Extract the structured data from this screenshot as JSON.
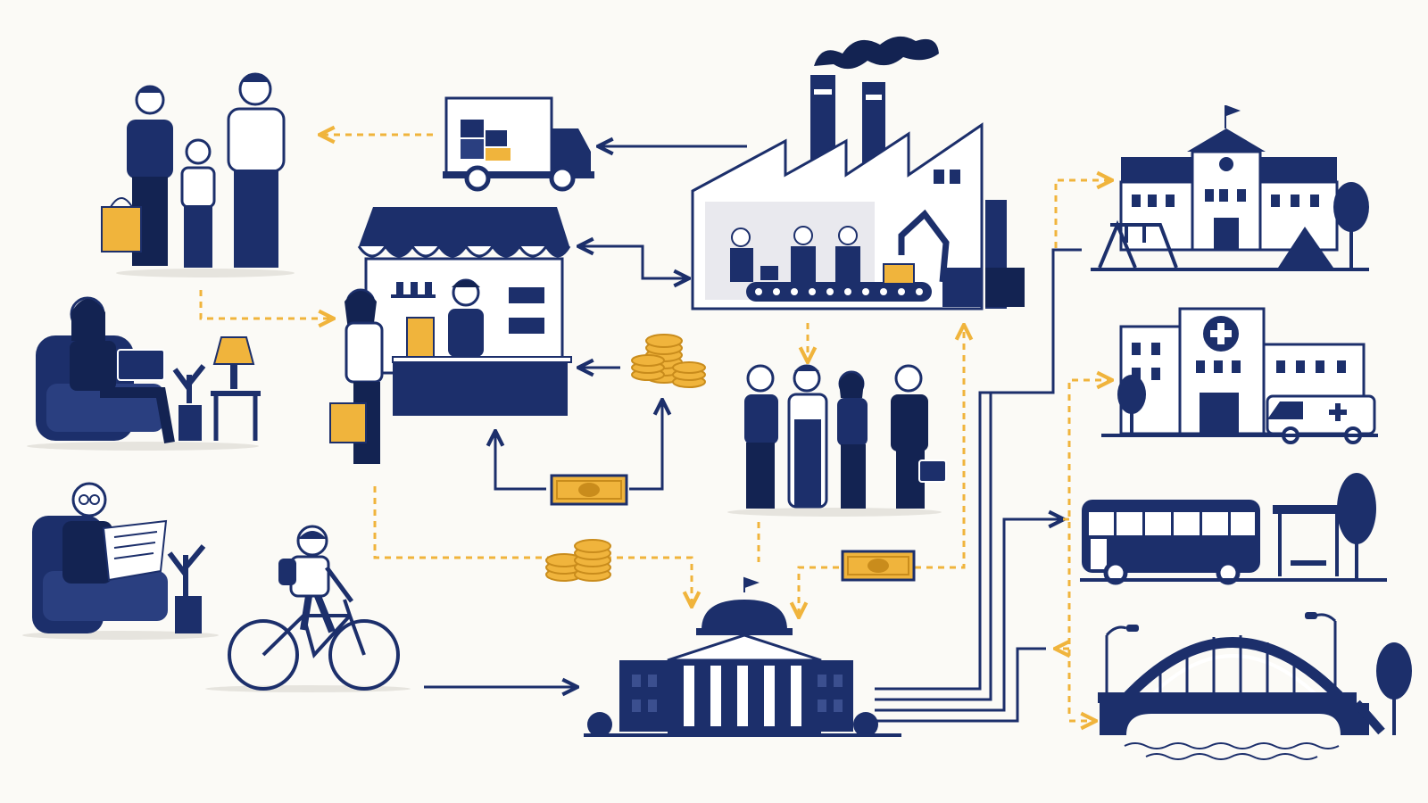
{
  "palette": {
    "navy": "#1c2f6b",
    "navy_dark": "#132352",
    "gold": "#f0b43c",
    "gold_dark": "#c98c1c",
    "paper": "#fbfaf6",
    "light_grey": "#e9e9ee",
    "white": "#ffffff"
  },
  "nodes": [
    {
      "id": "households",
      "icon": "family-icon"
    },
    {
      "id": "remote-worker",
      "icon": "person-laptop-icon"
    },
    {
      "id": "retiree",
      "icon": "retiree-newspaper-icon"
    },
    {
      "id": "cyclist",
      "icon": "cyclist-icon"
    },
    {
      "id": "delivery-truck",
      "icon": "truck-icon"
    },
    {
      "id": "shop",
      "icon": "storefront-icon"
    },
    {
      "id": "factory",
      "icon": "factory-icon"
    },
    {
      "id": "workers",
      "icon": "workers-group-icon"
    },
    {
      "id": "government",
      "icon": "government-building-icon"
    },
    {
      "id": "school",
      "icon": "school-icon"
    },
    {
      "id": "hospital",
      "icon": "hospital-icon"
    },
    {
      "id": "public-transit",
      "icon": "bus-icon"
    },
    {
      "id": "bridge",
      "icon": "bridge-icon"
    }
  ],
  "money_icons": [
    "coin-stack-icon",
    "banknote-icon"
  ],
  "flows": [
    {
      "from": "factory",
      "to": "delivery-truck",
      "kind": "goods"
    },
    {
      "from": "delivery-truck",
      "to": "households",
      "kind": "money"
    },
    {
      "from": "households",
      "to": "shop",
      "kind": "money"
    },
    {
      "from": "shop",
      "to": "factory",
      "kind": "goods"
    },
    {
      "from": "coins",
      "to": "shop",
      "kind": "goods"
    },
    {
      "from": "banknote",
      "to": "coins",
      "kind": "goods"
    },
    {
      "from": "shop",
      "to": "government",
      "kind": "money"
    },
    {
      "from": "workers",
      "to": "government",
      "kind": "money"
    },
    {
      "from": "factory",
      "to": "government",
      "kind": "money"
    },
    {
      "from": "cyclist",
      "to": "government",
      "kind": "goods"
    },
    {
      "from": "government",
      "to": "school",
      "kind": "goods"
    },
    {
      "from": "government",
      "to": "hospital",
      "kind": "goods"
    },
    {
      "from": "government",
      "to": "public-transit",
      "kind": "goods"
    },
    {
      "from": "government",
      "to": "bridge",
      "kind": "goods"
    }
  ]
}
